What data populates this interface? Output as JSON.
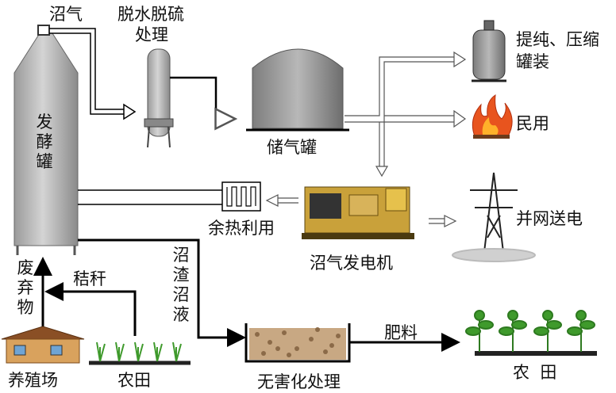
{
  "labels": {
    "biogas": "沼气",
    "dehydration_desulfurization": "脱水脱硫",
    "treatment": "处理",
    "fermentation_tank": "发酵罐",
    "gas_storage_tank": "储气罐",
    "purify_compress_1": "提纯、压缩",
    "purify_compress_2": "罐装",
    "civil_use": "民用",
    "waste_heat_use": "余热利用",
    "biogas_generator": "沼气发电机",
    "grid_connection": "并网送电",
    "residue_slurry": "沼渣沼液",
    "waste": "废弃物",
    "straw": "秸秆",
    "farm": "养殖场",
    "farmland_left": "农田",
    "harmless_treatment": "无害化处理",
    "fertilizer": "肥料",
    "farmland_right": "农  田"
  },
  "colors": {
    "arrow": "#000000",
    "tank": "#b5b5b5",
    "fire": "#e8541e",
    "plant": "#3f9a2c",
    "house_wall": "#d9a25d",
    "house_roof": "#8a4f25"
  }
}
